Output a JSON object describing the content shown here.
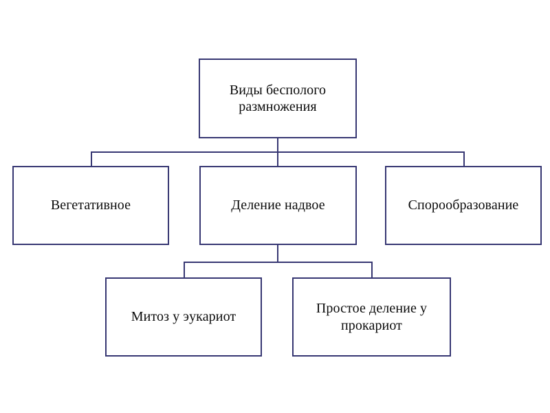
{
  "diagram": {
    "title": "Виды бесполого размножения",
    "colors": {
      "line": "#363672",
      "text": "#0b0b0b",
      "background": "#ffffff"
    },
    "nodes": {
      "root": {
        "label": "Виды бесполого\nразмножения"
      },
      "vegetative": {
        "label": "Вегетативное"
      },
      "binary_fission": {
        "label": "Деление надвое"
      },
      "sporulation": {
        "label": "Спорообразование"
      },
      "mitosis_eukaryotes": {
        "label": "Митоз у эукариот"
      },
      "simple_division_prokaryotes": {
        "label": "Простое деление у\nпрокариот"
      }
    },
    "edges": [
      {
        "from": "root",
        "to": "vegetative"
      },
      {
        "from": "root",
        "to": "binary_fission"
      },
      {
        "from": "root",
        "to": "sporulation"
      },
      {
        "from": "binary_fission",
        "to": "mitosis_eukaryotes"
      },
      {
        "from": "binary_fission",
        "to": "simple_division_prokaryotes"
      }
    ]
  }
}
